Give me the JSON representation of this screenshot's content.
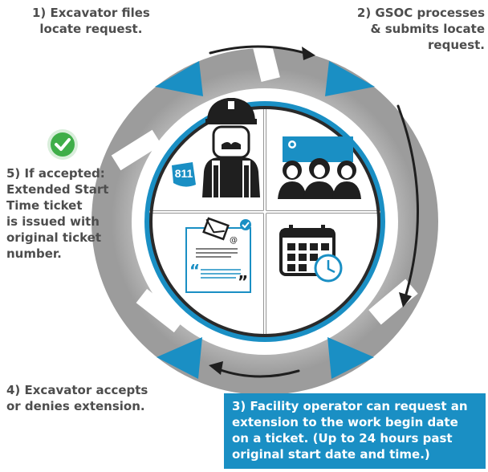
{
  "steps": {
    "step1": [
      "1) Excavator files",
      "locate request."
    ],
    "step2": [
      "2) GSOC processes",
      "& submits locate",
      "request."
    ],
    "step3": [
      "3) Facility operator can request an",
      "extension to the work begin date",
      "on a ticket. (Up to 24 hours past",
      "original start date and time.)"
    ],
    "step4": [
      "4) Excavator accepts",
      "or denies extension."
    ],
    "step5": [
      "5) If accepted:",
      "Extended Start",
      "Time ticket",
      "is issued with",
      "original ticket",
      "number."
    ]
  },
  "icons": {
    "q1": "excavator-worker-811-icon",
    "q2": "call-center-agents-icon",
    "q3": "calendar-clock-icon",
    "q4": "email-document-icon",
    "check": "green-checkmark-icon"
  },
  "badge_811": "811",
  "colors": {
    "blue": "#1a8fc4",
    "ring_gray": "#a8a8a8",
    "ring_light": "#d4d4d4",
    "dark": "#1f1f1f",
    "green": "#3fae49",
    "text_gray": "#4d4d4d"
  }
}
